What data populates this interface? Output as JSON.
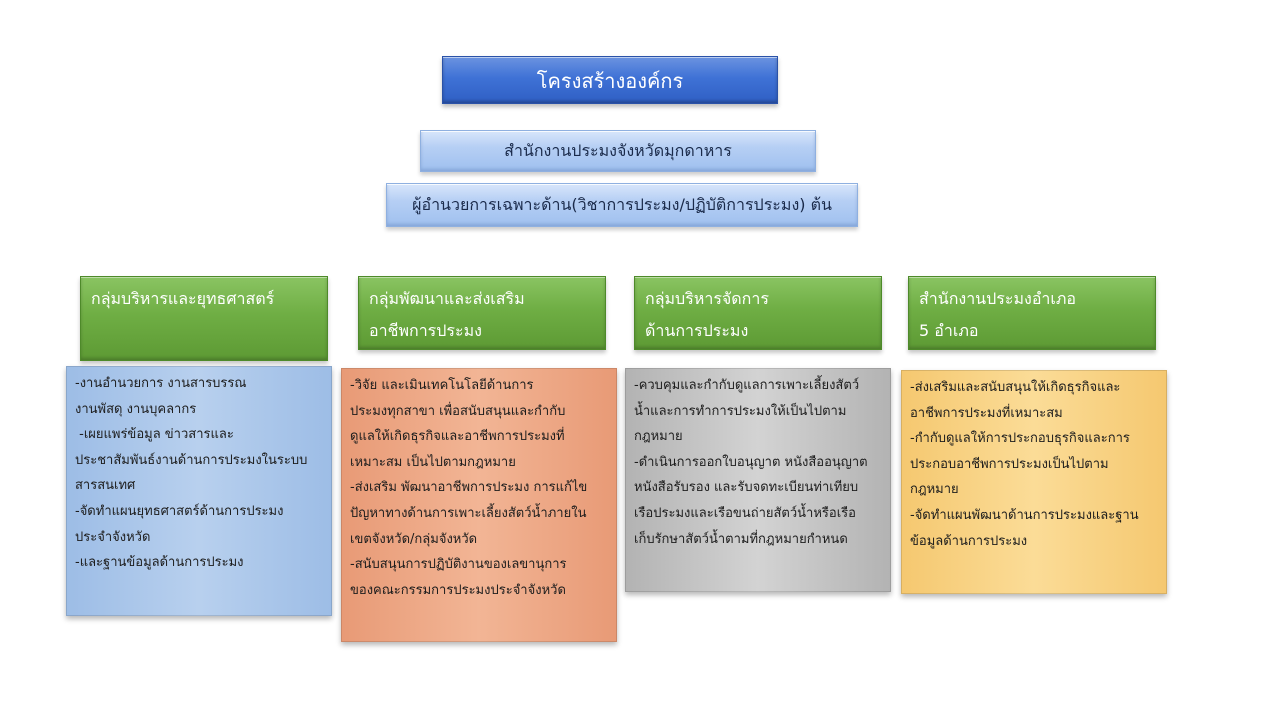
{
  "title": "โครงสร้างองค์กร",
  "office": "สำนักงานประมงจังหวัดมุกดาหาร",
  "director": "ผู้อำนวยการเฉพาะด้าน(วิชาการประมง/ปฏิบัติการประมง) ต้น",
  "groups": [
    {
      "name_lines": [
        "กลุ่มบริหารและยุทธศาสตร์"
      ],
      "duties": [
        "-งานอำนวยการ  งานสารบรรณ",
        "งานพัสดุ งานบุคลากร",
        " -เผยแพร่ข้อมูล ข่าวสารและ",
        "ประชาสัมพันธ์งานด้านการประมงในระบบ",
        "สารสนเทศ",
        "-จัดทำแผนยุทธศาสตร์ด้านการประมง",
        "ประจำจังหวัด",
        "-และฐานข้อมูลด้านการประมง"
      ]
    },
    {
      "name_lines": [
        "กลุ่มพัฒนาและส่งเสริม",
        "อาชีพการประมง"
      ],
      "duties": [
        "-วิจัย และเมินเทคโนโลยีด้านการ",
        "ประมงทุกสาขา  เพื่อสนับสนุนและกำกับ",
        "ดูแลให้เกิดธุรกิจและอาชีพการประมงที่",
        "เหมาะสม เป็นไปตามกฎหมาย",
        "-ส่งเสริม พัฒนาอาชีพการประมง  การแก้ไข",
        "ปัญหาทางด้านการเพาะเลี้ยงสัตว์น้ำภายใน",
        "เขตจังหวัด/กลุ่มจังหวัด",
        "-สนับสนุนการปฏิบัติงานของเลขานุการ",
        "ของคณะกรรมการประมงประจำจังหวัด"
      ]
    },
    {
      "name_lines": [
        "กลุ่มบริหารจัดการ",
        "ด้านการประมง"
      ],
      "duties": [
        "-ควบคุมและกำกับดูแลการเพาะเลี้ยงสัตว์",
        "น้ำและการทำการประมงให้เป็นไปตาม",
        "กฎหมาย",
        "-ดำเนินการออกใบอนุญาต  หนังสืออนุญาต",
        "หนังสือรับรอง และรับจดทะเบียนท่าเทียบ",
        "เรือประมงและเรือขนถ่ายสัตว์น้ำหรือเรือ",
        "เก็บรักษาสัตว์น้ำตามที่กฎหมายกำหนด"
      ]
    },
    {
      "name_lines": [
        "สำนักงานประมงอำเภอ",
        "5 อำเภอ"
      ],
      "duties": [
        "-ส่งเสริมและสนับสนุนให้เกิดธุรกิจและ",
        "อาชีพการประมงที่เหมาะสม",
        "-กำกับดูแลให้การประกอบธุรกิจและการ",
        "ประกอบอาชีพการประมงเป็นไปตาม",
        "กฎหมาย",
        "-จัดทำแผนพัฒนาด้านการประมงและฐาน",
        "ข้อมูลด้านการประมง"
      ]
    }
  ]
}
